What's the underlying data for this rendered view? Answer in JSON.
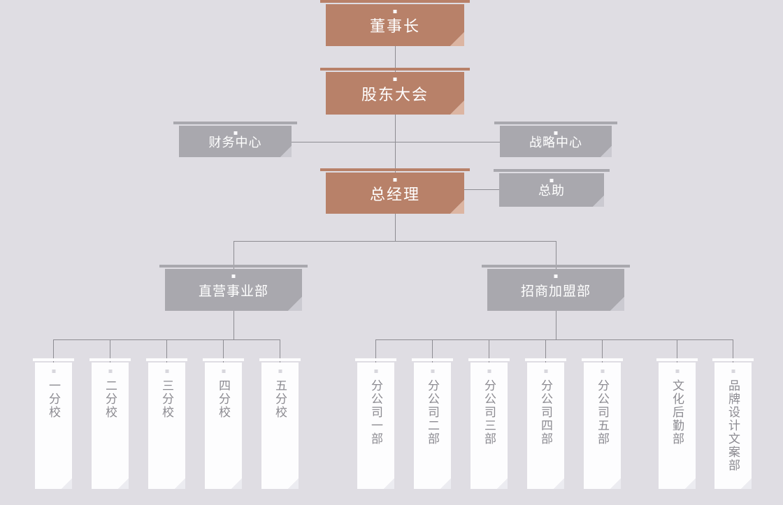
{
  "colors": {
    "background": "#dfdde3",
    "terracotta": "#b88169",
    "terracotta_fold": "#dcb5a2",
    "gray": "#a9a8ae",
    "gray_fold": "#cbcad1",
    "paper": "#fdfdfe",
    "paper_fold": "#ececf1",
    "connector": "#8d8c92",
    "label_light": "#ffffff",
    "label_muted": "#8c8b91"
  },
  "nodes": {
    "chairman": {
      "label": "董事长"
    },
    "shareholders_meeting": {
      "label": "股东大会"
    },
    "finance_center": {
      "label": "财务中心"
    },
    "strategy_center": {
      "label": "战略中心"
    },
    "general_manager": {
      "label": "总经理"
    },
    "general_assistant": {
      "label": "总助"
    },
    "direct_division": {
      "label": "直营事业部"
    },
    "franchise_division": {
      "label": "招商加盟部"
    },
    "schools": [
      {
        "label": "一分校"
      },
      {
        "label": "二分校"
      },
      {
        "label": "三分校"
      },
      {
        "label": "四分校"
      },
      {
        "label": "五分校"
      }
    ],
    "franchise_children": [
      {
        "label": "分公司一部"
      },
      {
        "label": "分公司二部"
      },
      {
        "label": "分公司三部"
      },
      {
        "label": "分公司四部"
      },
      {
        "label": "分公司五部"
      },
      {
        "label": "文化后勤部"
      },
      {
        "label": "品牌设计文案部"
      }
    ]
  }
}
